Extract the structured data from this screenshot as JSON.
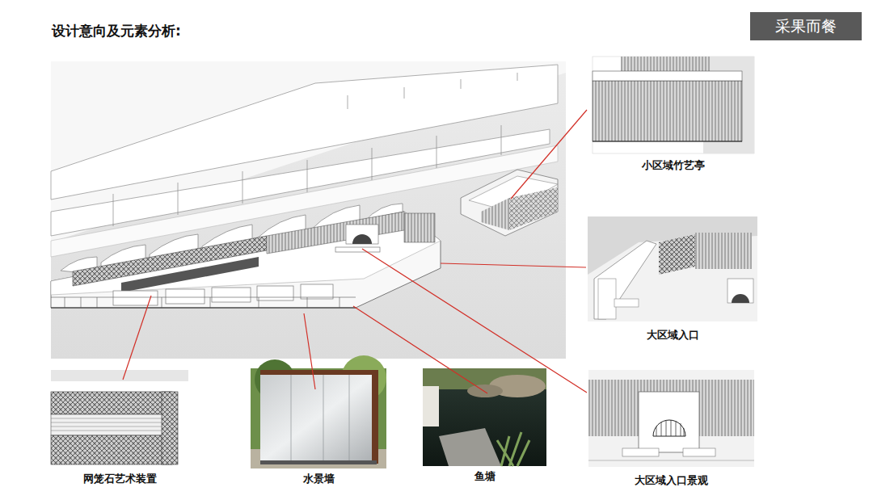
{
  "diagram": {
    "title": "设计意向及元素分析:",
    "nodes": [
      {
        "text": [
          "采果而餐"
        ]
      },
      {
        "text": [
          "小区域竹艺亭"
        ]
      },
      {
        "text": [
          "大区域入口"
        ]
      },
      {
        "text": [
          "网笼石艺术装置"
        ]
      },
      {
        "text": [
          "水景墙"
        ]
      },
      {
        "text": [
          "鱼塘"
        ]
      },
      {
        "text": [
          "大区域入口景观"
        ]
      }
    ]
  }
}
